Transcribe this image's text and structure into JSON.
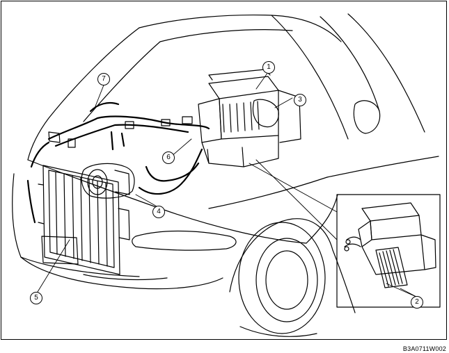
{
  "diagram": {
    "callouts": [
      {
        "id": "c1",
        "label": "1"
      },
      {
        "id": "c2",
        "label": "2"
      },
      {
        "id": "c3",
        "label": "3"
      },
      {
        "id": "c4",
        "label": "4"
      },
      {
        "id": "c5",
        "label": "5"
      },
      {
        "id": "c6",
        "label": "6"
      },
      {
        "id": "c7",
        "label": "7"
      }
    ],
    "reference_code": "B3A0711W002"
  }
}
